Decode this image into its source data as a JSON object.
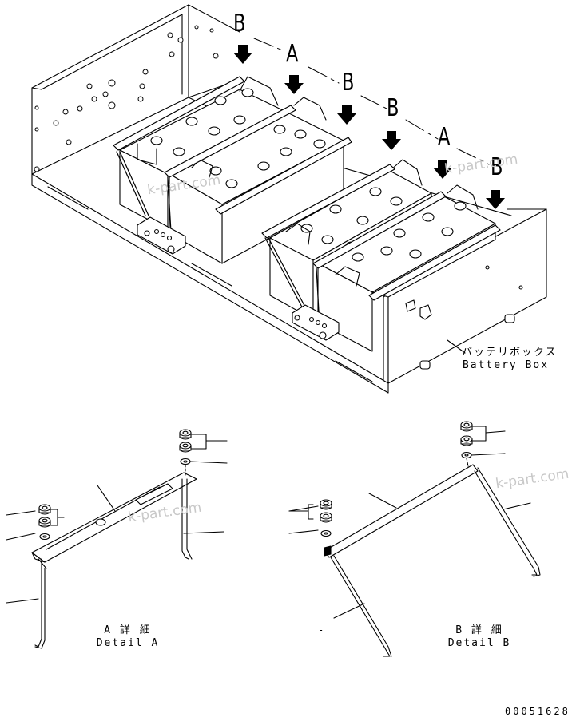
{
  "callouts": [
    "B",
    "A",
    "B",
    "B",
    "A",
    "B"
  ],
  "battery_box_label": {
    "jp": "バッテリボックス",
    "en": "Battery Box"
  },
  "detail_a": {
    "jp": "A 詳 細",
    "en": "Detail A"
  },
  "detail_b": {
    "jp": "B 詳 細",
    "en": "Detail B"
  },
  "watermark": "k-part.com",
  "stray_dash": "-",
  "doc_number": "00051628",
  "icons": [
    "down-arrow-icon",
    "nut-icon",
    "washer-icon"
  ]
}
